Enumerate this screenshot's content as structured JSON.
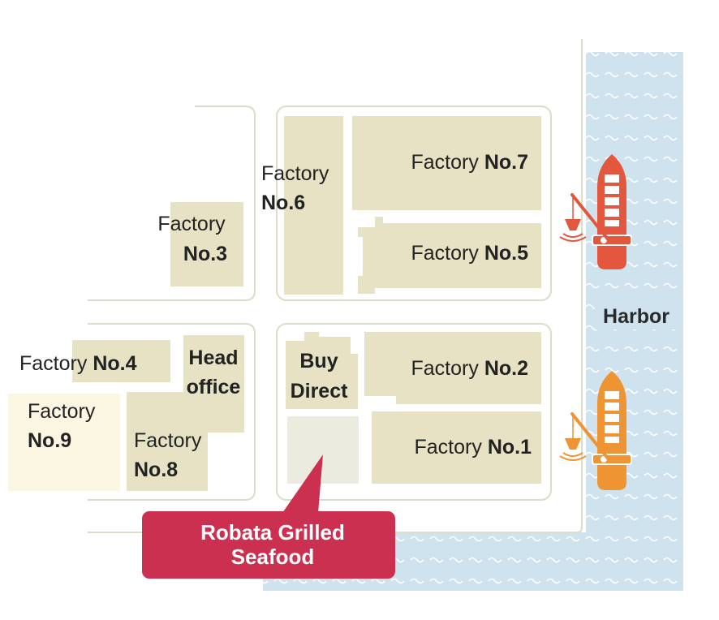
{
  "map": {
    "colors": {
      "building": "#e6e2c3",
      "factory9": "#fbf6e2",
      "highlight_building": "#ecebdf",
      "street_line": "#dcdcc8",
      "water": "#cfe3ee",
      "water_wave": "#ffffff",
      "ship_red": "#e3573f",
      "ship_orange": "#ee9433",
      "callout": "#cc3050"
    },
    "water_label": "Harbor",
    "callout": {
      "line1": "Robata Grilled",
      "line2": "Seafood"
    },
    "buildings": {
      "factory3": {
        "word": "Factory",
        "number": "No.3"
      },
      "factory4": {
        "word": "Factory",
        "number": "No.4"
      },
      "factory9": {
        "word": "Factory",
        "number": "No.9"
      },
      "factory8": {
        "word": "Factory",
        "number": "No.8"
      },
      "head_office": {
        "line1": "Head",
        "line2": "office"
      },
      "factory6": {
        "word": "Factory",
        "number": "No.6"
      },
      "factory7": {
        "word": "Factory",
        "number": "No.7"
      },
      "factory5": {
        "word": "Factory",
        "number": "No.5"
      },
      "buy_direct": {
        "line1": "Buy",
        "line2": "Direct"
      },
      "factory2": {
        "word": "Factory",
        "number": "No.2"
      },
      "factory1": {
        "word": "Factory",
        "number": "No.1"
      }
    },
    "icons": [
      "red-fishing-boat-icon",
      "orange-fishing-boat-icon",
      "wave-icon",
      "callout-pointer-icon"
    ]
  }
}
